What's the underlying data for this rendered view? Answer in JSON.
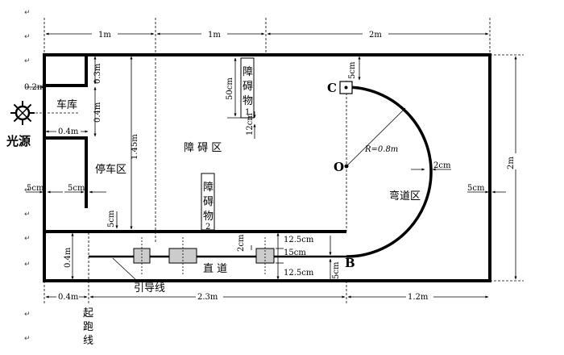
{
  "dims": {
    "top_1m_a": "1m",
    "top_1m_b": "1m",
    "top_2m": "2m",
    "garage_w": "0.2m",
    "garage_h_top": "0.3m",
    "garage_h": "0.4m",
    "garage_bottom_w": "0.4m",
    "parking_h": "1.45m",
    "obstacle_top_h": "50cm",
    "obstacle_gap": "12cm",
    "c_offset": "5cm",
    "radius": "R=0.8m",
    "arc_gap": "2cm",
    "right_5cm": "5cm",
    "right_2m": "2m",
    "left_5cm_a": "5cm",
    "left_5cm_b": "5cm",
    "mid_5cm": "5cm",
    "lane_h": "0.4m",
    "lane_2cm": "2cm",
    "lane_12_5_top": "12.5cm",
    "lane_15cm": "15cm",
    "lane_12_5_bottom": "12.5cm",
    "b_5cm": "5cm",
    "bottom_0_4m": "0.4m",
    "bottom_2_3m": "2.3m",
    "bottom_1_2m": "1.2m"
  },
  "labels": {
    "garage": "车库",
    "light_source": "光源",
    "parking": "停车区",
    "obstacle_zone": "障 碍 区",
    "obstacle1": [
      "障",
      "碍",
      "物",
      "1"
    ],
    "obstacle2": [
      "障",
      "碍",
      "物",
      "2"
    ],
    "curve_zone": "弯道区",
    "straight": "直 道",
    "guide_line": "引导线",
    "start_line": [
      "起",
      "跑",
      "线"
    ],
    "point_c": "C",
    "point_o": "O",
    "point_b": "B"
  }
}
